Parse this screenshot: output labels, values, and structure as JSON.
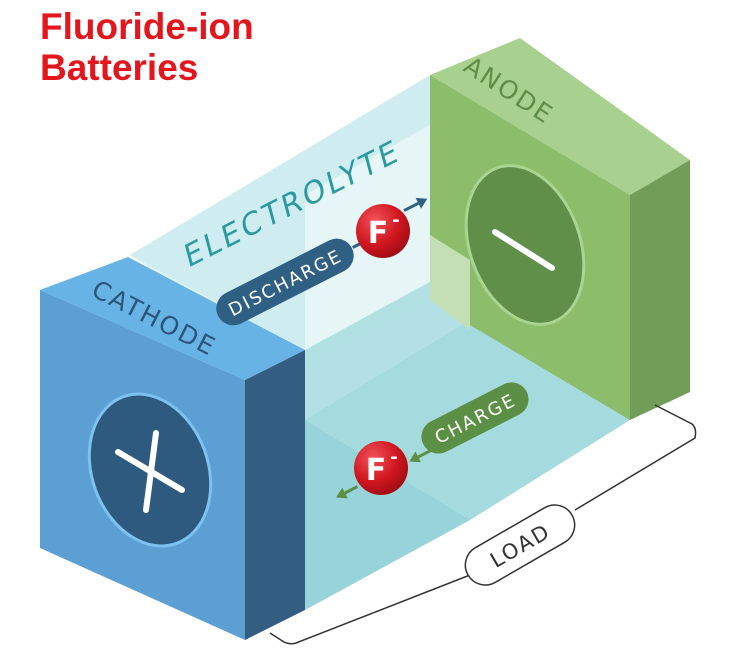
{
  "title": {
    "line1": "Fluoride-ion",
    "line2": "Batteries"
  },
  "labels": {
    "cathode": "CATHODE",
    "anode": "ANODE",
    "electrolyte": "ELECTROLYTE",
    "discharge": "DISCHARGE",
    "charge": "CHARGE",
    "ion": "F",
    "ion_charge": "-",
    "load": "LOAD",
    "cathode_sign": "+",
    "anode_sign": "−"
  },
  "colors": {
    "title": "#e3161e",
    "cathode_front": "#5b9fd3",
    "cathode_side": "#345d82",
    "cathode_top": "#68b3e6",
    "anode_front": "#8bbd6a",
    "anode_side": "#6f9c58",
    "anode_top": "#a8d08e",
    "electrolyte": "#cfeef0",
    "electrolyte_text": "#2a9aa0",
    "discharge_pill": "#2f5f82",
    "charge_pill": "#5a8f45",
    "ion": "#d0161f"
  }
}
